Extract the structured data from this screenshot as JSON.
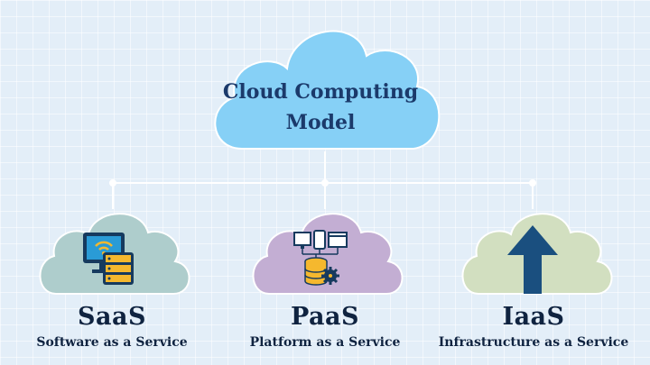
{
  "title": {
    "line1": "Cloud Computing",
    "line2": "Model"
  },
  "services": [
    {
      "abbr": "SaaS",
      "name": "Software as a Service",
      "icon": "server-monitor-wifi-icon",
      "cloud_color": "#aecdcc"
    },
    {
      "abbr": "PaaS",
      "name": "Platform as a Service",
      "icon": "devices-database-gear-icon",
      "cloud_color": "#c3aed3"
    },
    {
      "abbr": "IaaS",
      "name": "Infrastructure as a Service",
      "icon": "upload-arrow-icon",
      "cloud_color": "#d2dfc0"
    }
  ],
  "colors": {
    "main_cloud": "#86d0f6",
    "connector": "#ffffff",
    "title_text": "#1b3a6b",
    "label_text": "#0f2340",
    "icon_navy": "#163a5e",
    "icon_yellow": "#f5b82e"
  }
}
